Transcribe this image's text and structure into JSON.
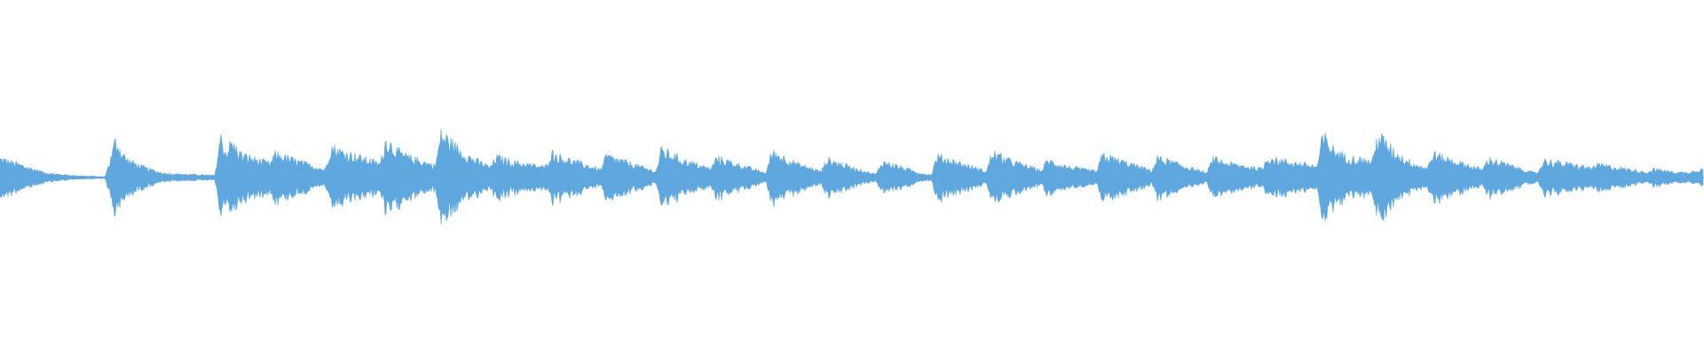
{
  "waveform": {
    "color": "#5fa8df",
    "background": "#ffffff",
    "normalized_amplitude": [
      0.44,
      0.4,
      0.36,
      0.32,
      0.28,
      0.24,
      0.2,
      0.16,
      0.12,
      0.1,
      0.08,
      0.07,
      0.06,
      0.05,
      0.04,
      0.04,
      0.03,
      0.03,
      0.02,
      0.02,
      0.4,
      0.9,
      0.6,
      0.42,
      0.36,
      0.3,
      0.24,
      0.2,
      0.16,
      0.12,
      0.1,
      0.09,
      0.08,
      0.08,
      0.07,
      0.07,
      0.06,
      0.06,
      0.05,
      0.05,
      0.96,
      0.58,
      0.82,
      0.64,
      0.52,
      0.48,
      0.44,
      0.4,
      0.36,
      0.32,
      0.56,
      0.5,
      0.46,
      0.42,
      0.38,
      0.34,
      0.3,
      0.26,
      0.22,
      0.18,
      0.72,
      0.66,
      0.6,
      0.56,
      0.52,
      0.48,
      0.44,
      0.4,
      0.36,
      0.32,
      0.88,
      0.76,
      0.62,
      0.54,
      0.48,
      0.44,
      0.4,
      0.36,
      0.32,
      0.28,
      1.0,
      0.92,
      0.8,
      0.68,
      0.58,
      0.5,
      0.42,
      0.36,
      0.3,
      0.24,
      0.48,
      0.44,
      0.4,
      0.36,
      0.34,
      0.32,
      0.3,
      0.28,
      0.26,
      0.24,
      0.58,
      0.52,
      0.46,
      0.42,
      0.38,
      0.34,
      0.3,
      0.26,
      0.22,
      0.18,
      0.5,
      0.46,
      0.42,
      0.38,
      0.34,
      0.3,
      0.26,
      0.22,
      0.18,
      0.14,
      0.64,
      0.58,
      0.52,
      0.46,
      0.4,
      0.36,
      0.32,
      0.28,
      0.24,
      0.2,
      0.46,
      0.42,
      0.38,
      0.34,
      0.3,
      0.26,
      0.22,
      0.18,
      0.14,
      0.1,
      0.6,
      0.54,
      0.48,
      0.42,
      0.36,
      0.3,
      0.26,
      0.22,
      0.18,
      0.14,
      0.42,
      0.38,
      0.34,
      0.3,
      0.26,
      0.22,
      0.18,
      0.14,
      0.1,
      0.08,
      0.36,
      0.34,
      0.3,
      0.26,
      0.22,
      0.18,
      0.14,
      0.1,
      0.08,
      0.06,
      0.5,
      0.46,
      0.42,
      0.38,
      0.34,
      0.3,
      0.26,
      0.22,
      0.18,
      0.14,
      0.58,
      0.52,
      0.46,
      0.4,
      0.36,
      0.32,
      0.28,
      0.24,
      0.2,
      0.16,
      0.4,
      0.36,
      0.32,
      0.28,
      0.24,
      0.22,
      0.2,
      0.18,
      0.16,
      0.14,
      0.52,
      0.48,
      0.44,
      0.4,
      0.36,
      0.32,
      0.28,
      0.24,
      0.2,
      0.16,
      0.46,
      0.42,
      0.38,
      0.34,
      0.3,
      0.26,
      0.22,
      0.18,
      0.14,
      0.1,
      0.44,
      0.4,
      0.36,
      0.32,
      0.3,
      0.28,
      0.26,
      0.24,
      0.22,
      0.2,
      0.48,
      0.44,
      0.4,
      0.38,
      0.36,
      0.34,
      0.32,
      0.3,
      0.28,
      0.26,
      0.96,
      0.8,
      0.64,
      0.56,
      0.5,
      0.46,
      0.44,
      0.42,
      0.4,
      0.38,
      1.0,
      0.86,
      0.72,
      0.6,
      0.5,
      0.42,
      0.36,
      0.3,
      0.26,
      0.22,
      0.56,
      0.5,
      0.46,
      0.42,
      0.38,
      0.34,
      0.3,
      0.26,
      0.22,
      0.18,
      0.44,
      0.4,
      0.36,
      0.32,
      0.28,
      0.24,
      0.2,
      0.16,
      0.12,
      0.1,
      0.4,
      0.38,
      0.36,
      0.34,
      0.32,
      0.3,
      0.28,
      0.26,
      0.24,
      0.22,
      0.3,
      0.28,
      0.26,
      0.24,
      0.22,
      0.2,
      0.18,
      0.16,
      0.14,
      0.12,
      0.2,
      0.18,
      0.16,
      0.14,
      0.12,
      0.12,
      0.12,
      0.14,
      0.18,
      0.2
    ]
  }
}
